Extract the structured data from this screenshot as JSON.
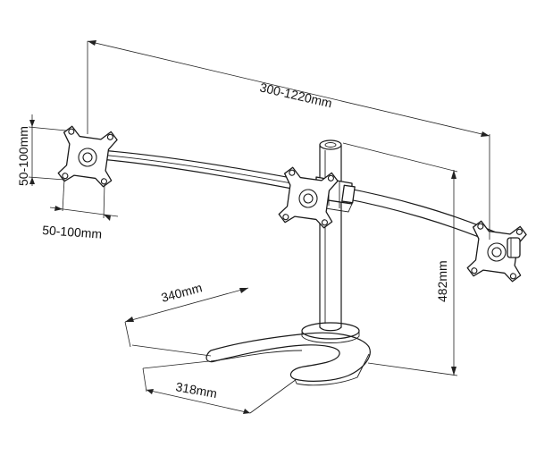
{
  "dimensions": {
    "span": "300-1220mm",
    "vesa_height": "50-100mm",
    "vesa_width": "50-100mm",
    "pole_height": "482mm",
    "base_length": "340mm",
    "base_depth": "318mm"
  }
}
